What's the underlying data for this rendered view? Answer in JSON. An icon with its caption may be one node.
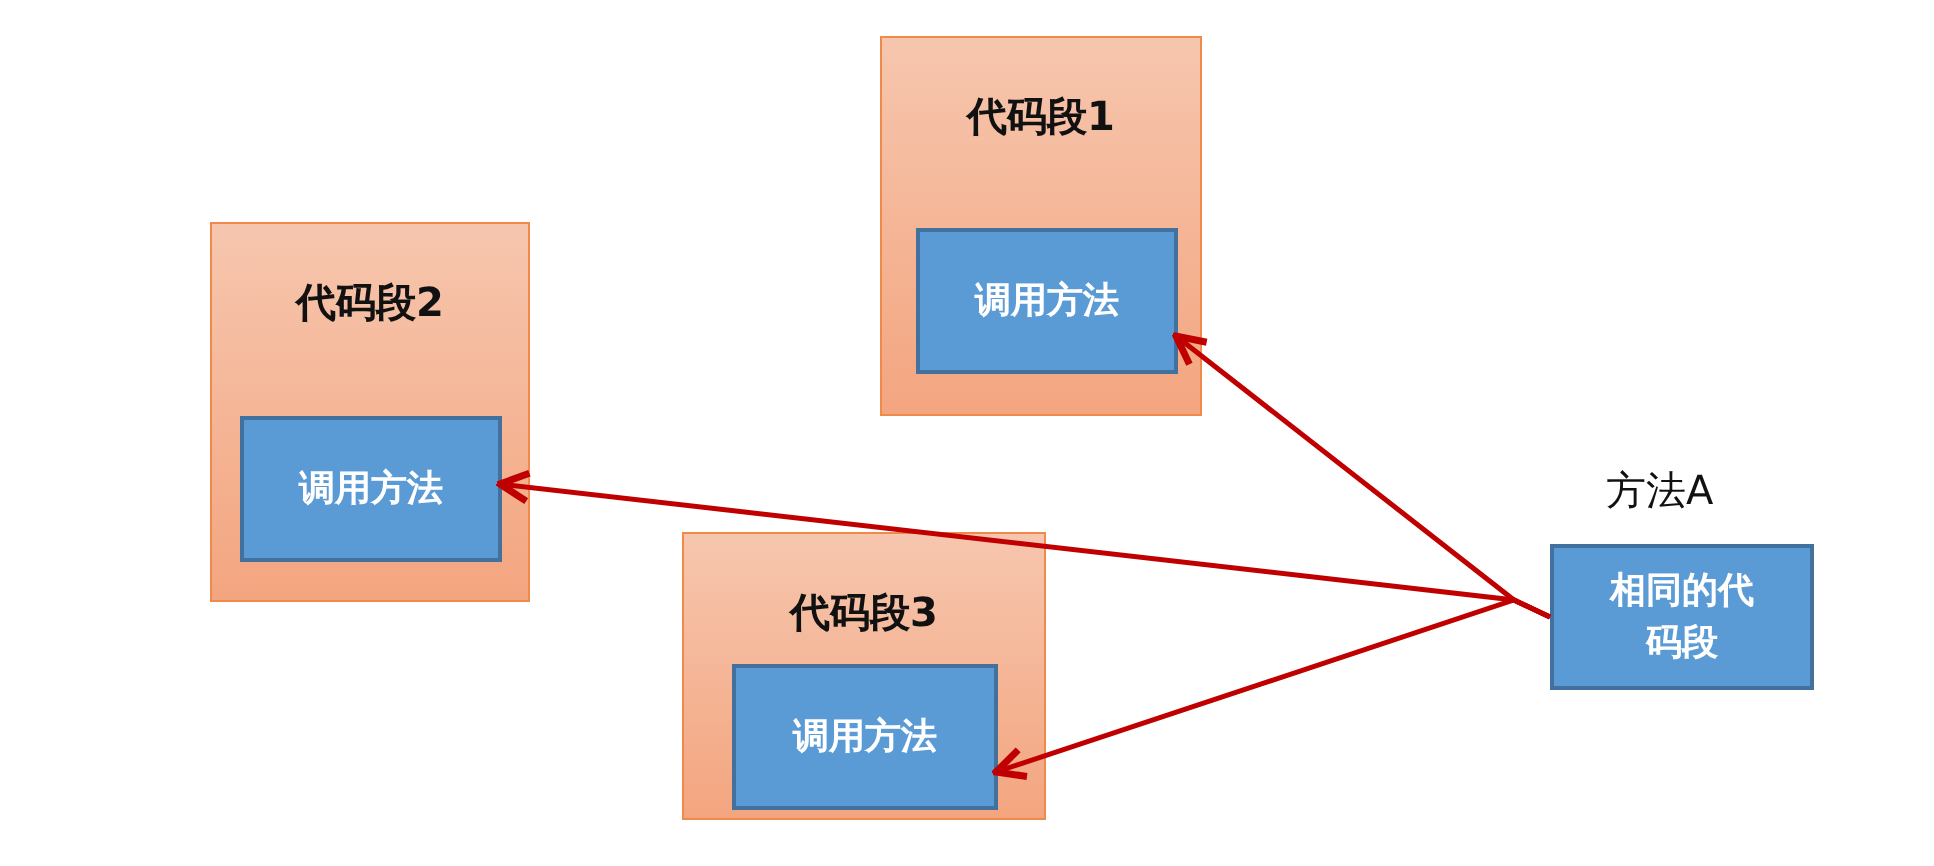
{
  "diagram": {
    "nodes": [
      {
        "text": [
          "代码段1"
        ]
      },
      {
        "text": [
          "调用方法"
        ],
        "in": 0
      },
      {
        "text": [
          "代码段2"
        ]
      },
      {
        "text": [
          "调用方法"
        ],
        "in": 2
      },
      {
        "text": [
          "代码段3"
        ]
      },
      {
        "text": [
          "调用方法"
        ],
        "in": 4
      },
      {
        "text": [
          "方法A",
          "相同的代码段"
        ]
      }
    ],
    "edges": [
      {
        "from": 6,
        "to": 1,
        "arrow": "to"
      },
      {
        "from": 6,
        "to": 3,
        "arrow": "to"
      },
      {
        "from": 6,
        "to": 5,
        "arrow": "to"
      }
    ]
  }
}
